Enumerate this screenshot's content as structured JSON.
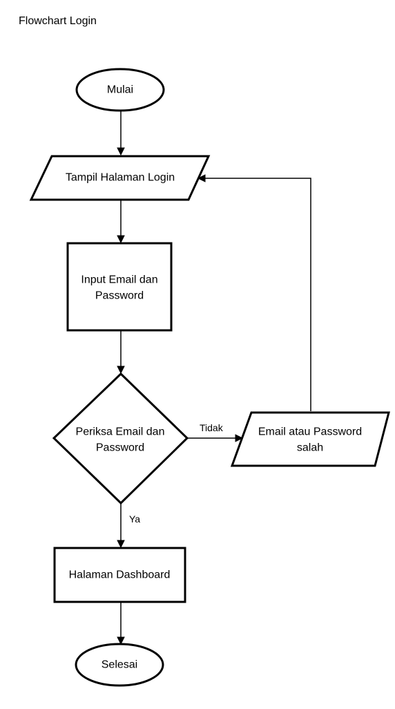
{
  "page": {
    "title": "Flowchart Login"
  },
  "nodes": {
    "start": {
      "label": "Mulai"
    },
    "show_login": {
      "label": "Tampil Halaman Login"
    },
    "input": {
      "label_line1": "Input Email dan",
      "label_line2": "Password"
    },
    "check": {
      "label_line1": "Periksa Email dan",
      "label_line2": "Password"
    },
    "error": {
      "label_line1": "Email atau Password",
      "label_line2": "salah"
    },
    "dashboard": {
      "label": "Halaman Dashboard"
    },
    "end": {
      "label": "Selesai"
    }
  },
  "edges": {
    "no_label": "Tidak",
    "yes_label": "Ya"
  },
  "colors": {
    "stroke": "#000000",
    "fill": "#ffffff",
    "background": "#ffffff"
  }
}
